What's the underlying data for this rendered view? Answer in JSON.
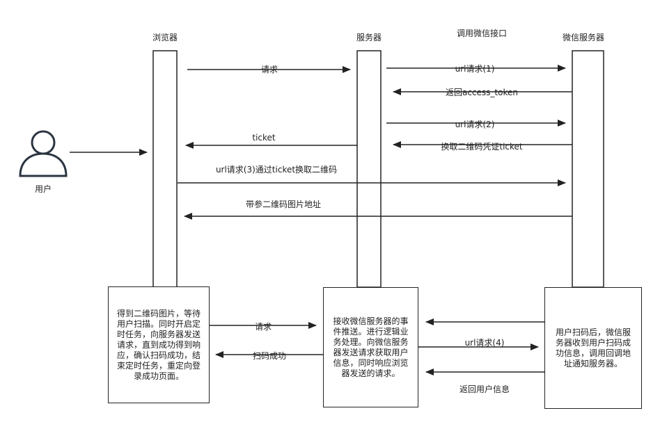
{
  "actors": {
    "browser": "浏览器",
    "server": "服务器",
    "wechat": "微信服务器",
    "user": "用户",
    "wechat_api": "调用微信接口"
  },
  "messages": {
    "req": "请求",
    "url1": "url请求(1)",
    "token": "返回access_token",
    "url2": "url请求(2)",
    "ticket": "ticket",
    "exchange": "换取二维码凭证ticket",
    "url3": "url请求(3)通过ticket换取二维码",
    "qr_url": "带参二维码图片地址",
    "req2": "请求",
    "scan_ok": "扫码成功",
    "url4": "url请求(4)",
    "user_info": "返回用户信息"
  },
  "notes": {
    "browser": "得到二维码图片，等待用户扫描。同时开启定时任务，向服务器发送请求，直到成功得到响应，确认扫码成功，结束定时任务，重定向登录成功页面。",
    "server": "接收微信服务器的事件推送。进行逻辑业务处理。向微信服务器发送请求获取用户信息，同时响应浏览器发送的请求。",
    "wechat": "用户扫码后，微信服务器收到用户扫码成功信息，调用回调地址通知服务器。"
  }
}
